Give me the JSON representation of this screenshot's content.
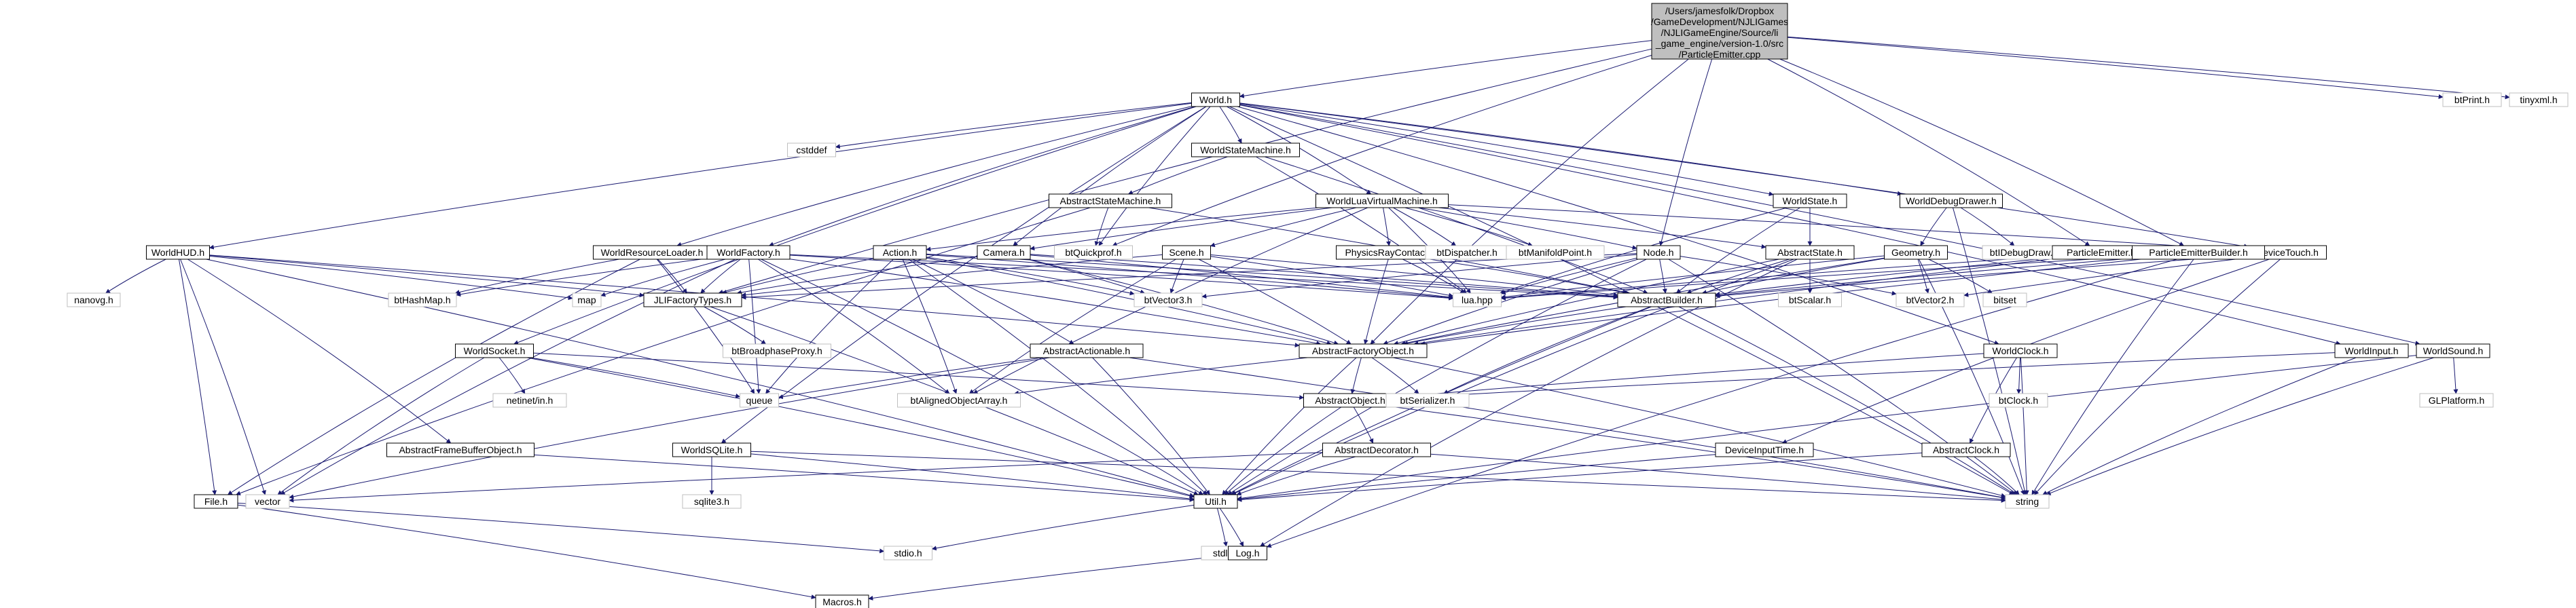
{
  "root": {
    "label_lines": [
      "/Users/jamesfolk/Dropbox",
      "/GameDevelopment/NJLIGames",
      "/NJLIGameEngine/Source/li",
      "_game_engine/version-1.0/src",
      "/ParticleEmitter.cpp"
    ]
  },
  "nodes": [
    {
      "id": "world_h",
      "label": "World.h",
      "style": "solid"
    },
    {
      "id": "btprint",
      "label": "btPrint.h",
      "style": "plain"
    },
    {
      "id": "tinyxml",
      "label": "tinyxml.h",
      "style": "plain"
    },
    {
      "id": "worldstatemachine",
      "label": "WorldStateMachine.h",
      "style": "solid"
    },
    {
      "id": "cstddef",
      "label": "cstddef",
      "style": "plain"
    },
    {
      "id": "abstractstatemachine",
      "label": "AbstractStateMachine.h",
      "style": "solid"
    },
    {
      "id": "worldluavm",
      "label": "WorldLuaVirtualMachine.h",
      "style": "solid"
    },
    {
      "id": "worldstate",
      "label": "WorldState.h",
      "style": "solid"
    },
    {
      "id": "worlddebugdrawer",
      "label": "WorldDebugDrawer.h",
      "style": "solid"
    },
    {
      "id": "worldhud",
      "label": "WorldHUD.h",
      "style": "solid"
    },
    {
      "id": "worldresourceloader",
      "label": "WorldResourceLoader.h",
      "style": "solid"
    },
    {
      "id": "worldfactory",
      "label": "WorldFactory.h",
      "style": "solid"
    },
    {
      "id": "action",
      "label": "Action.h",
      "style": "solid"
    },
    {
      "id": "camera",
      "label": "Camera.h",
      "style": "solid"
    },
    {
      "id": "btquickprof",
      "label": "btQuickprof.h",
      "style": "plain"
    },
    {
      "id": "scene",
      "label": "Scene.h",
      "style": "solid"
    },
    {
      "id": "physicsraycontact",
      "label": "PhysicsRayContact.h",
      "style": "solid"
    },
    {
      "id": "btdispatcher",
      "label": "btDispatcher.h",
      "style": "plain"
    },
    {
      "id": "btmanifoldpoint",
      "label": "btManifoldPoint.h",
      "style": "plain"
    },
    {
      "id": "node",
      "label": "Node.h",
      "style": "solid"
    },
    {
      "id": "abstractstate",
      "label": "AbstractState.h",
      "style": "solid"
    },
    {
      "id": "geometry",
      "label": "Geometry.h",
      "style": "solid"
    },
    {
      "id": "btdebugdraw",
      "label": "btIDebugDraw.h",
      "style": "plain"
    },
    {
      "id": "devicetouch",
      "label": "DeviceTouch.h",
      "style": "solid"
    },
    {
      "id": "particleemitter",
      "label": "ParticleEmitter.h",
      "style": "solid"
    },
    {
      "id": "particleemitterbuilder",
      "label": "ParticleEmitterBuilder.h",
      "style": "solid"
    },
    {
      "id": "nanovg",
      "label": "nanovg.h",
      "style": "plain"
    },
    {
      "id": "bthashmap",
      "label": "btHashMap.h",
      "style": "plain"
    },
    {
      "id": "map",
      "label": "map",
      "style": "plain"
    },
    {
      "id": "jlifactorytypes",
      "label": "JLIFactoryTypes.h",
      "style": "solid"
    },
    {
      "id": "btvector3",
      "label": "btVector3.h",
      "style": "plain"
    },
    {
      "id": "luahpp",
      "label": "lua.hpp",
      "style": "plain"
    },
    {
      "id": "abstractbuilder",
      "label": "AbstractBuilder.h",
      "style": "solid"
    },
    {
      "id": "btscalar",
      "label": "btScalar.h",
      "style": "plain"
    },
    {
      "id": "btvector2",
      "label": "btVector2.h",
      "style": "plain"
    },
    {
      "id": "bitset",
      "label": "bitset",
      "style": "plain"
    },
    {
      "id": "btbroadphaseproxy",
      "label": "btBroadphaseProxy.h",
      "style": "plain"
    },
    {
      "id": "abstractactionable",
      "label": "AbstractActionable.h",
      "style": "solid"
    },
    {
      "id": "abstractfactoryobject",
      "label": "AbstractFactoryObject.h",
      "style": "solid"
    },
    {
      "id": "worldsocket",
      "label": "WorldSocket.h",
      "style": "solid"
    },
    {
      "id": "worldclock",
      "label": "WorldClock.h",
      "style": "solid"
    },
    {
      "id": "worldinput",
      "label": "WorldInput.h",
      "style": "solid"
    },
    {
      "id": "worldsound",
      "label": "WorldSound.h",
      "style": "solid"
    },
    {
      "id": "netinetin",
      "label": "netinet/in.h",
      "style": "plain"
    },
    {
      "id": "queue",
      "label": "queue",
      "style": "plain"
    },
    {
      "id": "btalignedobjectarray",
      "label": "btAlignedObjectArray.h",
      "style": "plain"
    },
    {
      "id": "abstractobject",
      "label": "AbstractObject.h",
      "style": "solid"
    },
    {
      "id": "btserializer",
      "label": "btSerializer.h",
      "style": "plain"
    },
    {
      "id": "btclock",
      "label": "btClock.h",
      "style": "plain"
    },
    {
      "id": "glplatform",
      "label": "GLPlatform.h",
      "style": "plain"
    },
    {
      "id": "abstractframebufferobject",
      "label": "AbstractFrameBufferObject.h",
      "style": "solid"
    },
    {
      "id": "worldsqlite",
      "label": "WorldSQLite.h",
      "style": "solid"
    },
    {
      "id": "abstractdecorator",
      "label": "AbstractDecorator.h",
      "style": "solid"
    },
    {
      "id": "deviceinputtime",
      "label": "DeviceInputTime.h",
      "style": "solid"
    },
    {
      "id": "abstractclock",
      "label": "AbstractClock.h",
      "style": "solid"
    },
    {
      "id": "file_h",
      "label": "File.h",
      "style": "solid"
    },
    {
      "id": "vector",
      "label": "vector",
      "style": "plain"
    },
    {
      "id": "sqlite3",
      "label": "sqlite3.h",
      "style": "plain"
    },
    {
      "id": "util",
      "label": "Util.h",
      "style": "solid"
    },
    {
      "id": "string",
      "label": "string",
      "style": "plain"
    },
    {
      "id": "stdio",
      "label": "stdio.h",
      "style": "plain"
    },
    {
      "id": "stdlib",
      "label": "stdlib.h",
      "style": "plain"
    },
    {
      "id": "log",
      "label": "Log.h",
      "style": "solid"
    },
    {
      "id": "macros",
      "label": "Macros.h",
      "style": "solid"
    }
  ],
  "edges": [
    [
      "root",
      "world_h"
    ],
    [
      "root",
      "btprint"
    ],
    [
      "root",
      "tinyxml"
    ],
    [
      "root",
      "node"
    ],
    [
      "root",
      "particleemitter"
    ],
    [
      "root",
      "particleemitterbuilder"
    ],
    [
      "root",
      "jlifactorytypes"
    ],
    [
      "root",
      "abstractfactoryobject"
    ],
    [
      "root",
      "btquickprof"
    ],
    [
      "world_h",
      "worldstatemachine"
    ],
    [
      "world_h",
      "cstddef"
    ],
    [
      "world_h",
      "worldluavm"
    ],
    [
      "world_h",
      "worldstate"
    ],
    [
      "world_h",
      "worlddebugdrawer"
    ],
    [
      "world_h",
      "worldhud"
    ],
    [
      "world_h",
      "worldresourceloader"
    ],
    [
      "world_h",
      "worldfactory"
    ],
    [
      "world_h",
      "camera"
    ],
    [
      "world_h",
      "worldclock"
    ],
    [
      "world_h",
      "worldinput"
    ],
    [
      "world_h",
      "worldsound"
    ],
    [
      "world_h",
      "worldsocket"
    ],
    [
      "world_h",
      "worldsqlite"
    ],
    [
      "world_h",
      "string"
    ],
    [
      "world_h",
      "btquickprof"
    ],
    [
      "world_h",
      "devicetouch"
    ],
    [
      "worldstatemachine",
      "abstractstatemachine"
    ],
    [
      "worldstatemachine",
      "abstractbuilder"
    ],
    [
      "worldstatemachine",
      "luahpp"
    ],
    [
      "abstractstatemachine",
      "btquickprof"
    ],
    [
      "abstractstatemachine",
      "abstractbuilder"
    ],
    [
      "abstractstatemachine",
      "file_h"
    ],
    [
      "worldluavm",
      "action"
    ],
    [
      "worldluavm",
      "camera"
    ],
    [
      "worldluavm",
      "scene"
    ],
    [
      "worldluavm",
      "physicsraycontact"
    ],
    [
      "worldluavm",
      "btdispatcher"
    ],
    [
      "worldluavm",
      "btmanifoldpoint"
    ],
    [
      "worldluavm",
      "node"
    ],
    [
      "worldluavm",
      "abstractstate"
    ],
    [
      "worldluavm",
      "devicetouch"
    ],
    [
      "worldluavm",
      "luahpp"
    ],
    [
      "worldluavm",
      "btalignedobjectarray"
    ],
    [
      "worldstate",
      "abstractstate"
    ],
    [
      "worldstate",
      "abstractbuilder"
    ],
    [
      "worldstate",
      "luahpp"
    ],
    [
      "worlddebugdrawer",
      "geometry"
    ],
    [
      "worlddebugdrawer",
      "btdebugdraw"
    ],
    [
      "worlddebugdrawer",
      "string"
    ],
    [
      "worldhud",
      "nanovg"
    ],
    [
      "worldhud",
      "jlifactorytypes"
    ],
    [
      "worldhud",
      "abstractfactoryobject"
    ],
    [
      "worldhud",
      "vector"
    ],
    [
      "worldhud",
      "file_h"
    ],
    [
      "worldhud",
      "util"
    ],
    [
      "worldhud",
      "abstractframebufferobject"
    ],
    [
      "worldhud",
      "map"
    ],
    [
      "worldresourceloader",
      "jlifactorytypes"
    ],
    [
      "worldresourceloader",
      "bthashmap"
    ],
    [
      "worldresourceloader",
      "file_h"
    ],
    [
      "worldresourceloader",
      "queue"
    ],
    [
      "worldfactory",
      "bthashmap"
    ],
    [
      "worldfactory",
      "map"
    ],
    [
      "worldfactory",
      "jlifactorytypes"
    ],
    [
      "worldfactory",
      "vector"
    ],
    [
      "worldfactory",
      "btalignedobjectarray"
    ],
    [
      "worldfactory",
      "queue"
    ],
    [
      "worldfactory",
      "abstractfactoryobject"
    ],
    [
      "worldfactory",
      "abstractbuilder"
    ],
    [
      "worldfactory",
      "util"
    ],
    [
      "worldfactory",
      "luahpp"
    ],
    [
      "action",
      "jlifactorytypes"
    ],
    [
      "action",
      "btvector3"
    ],
    [
      "action",
      "abstractactionable"
    ],
    [
      "action",
      "abstractfactoryobject"
    ],
    [
      "action",
      "abstractbuilder"
    ],
    [
      "action",
      "luahpp"
    ],
    [
      "action",
      "queue"
    ],
    [
      "action",
      "btalignedobjectarray"
    ],
    [
      "action",
      "util"
    ],
    [
      "camera",
      "jlifactorytypes"
    ],
    [
      "camera",
      "btvector3"
    ],
    [
      "camera",
      "abstractfactoryobject"
    ],
    [
      "camera",
      "abstractbuilder"
    ],
    [
      "camera",
      "luahpp"
    ],
    [
      "scene",
      "jlifactorytypes"
    ],
    [
      "scene",
      "abstractfactoryobject"
    ],
    [
      "scene",
      "abstractbuilder"
    ],
    [
      "scene",
      "luahpp"
    ],
    [
      "scene",
      "btalignedobjectarray"
    ],
    [
      "scene",
      "btvector3"
    ],
    [
      "physicsraycontact",
      "abstractfactoryobject"
    ],
    [
      "physicsraycontact",
      "abstractbuilder"
    ],
    [
      "physicsraycontact",
      "luahpp"
    ],
    [
      "node",
      "jlifactorytypes"
    ],
    [
      "node",
      "btvector3"
    ],
    [
      "node",
      "abstractfactoryobject"
    ],
    [
      "node",
      "abstractbuilder"
    ],
    [
      "node",
      "luahpp"
    ],
    [
      "node",
      "btvector2"
    ],
    [
      "node",
      "string"
    ],
    [
      "node",
      "util"
    ],
    [
      "abstractstate",
      "abstractbuilder"
    ],
    [
      "abstractstate",
      "abstractfactoryobject"
    ],
    [
      "abstractstate",
      "btscalar"
    ],
    [
      "abstractstate",
      "util"
    ],
    [
      "abstractstate",
      "log"
    ],
    [
      "geometry",
      "abstractbuilder"
    ],
    [
      "geometry",
      "btvector2"
    ],
    [
      "geometry",
      "bitset"
    ],
    [
      "geometry",
      "abstractfactoryobject"
    ],
    [
      "geometry",
      "luahpp"
    ],
    [
      "geometry",
      "string"
    ],
    [
      "devicetouch",
      "abstractbuilder"
    ],
    [
      "devicetouch",
      "deviceinputtime"
    ],
    [
      "devicetouch",
      "btvector2"
    ],
    [
      "devicetouch",
      "string"
    ],
    [
      "particleemitter",
      "abstractbuilder"
    ],
    [
      "particleemitter",
      "abstractfactoryobject"
    ],
    [
      "particleemitter",
      "luahpp"
    ],
    [
      "particleemitterbuilder",
      "abstractbuilder"
    ],
    [
      "particleemitterbuilder",
      "abstractfactoryobject"
    ],
    [
      "particleemitterbuilder",
      "luahpp"
    ],
    [
      "particleemitterbuilder",
      "string"
    ],
    [
      "particleemitterbuilder",
      "log"
    ],
    [
      "jlifactorytypes",
      "btbroadphaseproxy"
    ],
    [
      "jlifactorytypes",
      "util"
    ],
    [
      "abstractbuilder",
      "abstractfactoryobject"
    ],
    [
      "abstractbuilder",
      "util"
    ],
    [
      "abstractbuilder",
      "btserializer"
    ],
    [
      "abstractbuilder",
      "string"
    ],
    [
      "abstractactionable",
      "queue"
    ],
    [
      "abstractactionable",
      "util"
    ],
    [
      "abstractactionable",
      "vector"
    ],
    [
      "abstractactionable",
      "string"
    ],
    [
      "abstractfactoryobject",
      "abstractobject"
    ],
    [
      "abstractfactoryobject",
      "btserializer"
    ],
    [
      "abstractfactoryobject",
      "util"
    ],
    [
      "abstractfactoryobject",
      "btalignedobjectarray"
    ],
    [
      "abstractfactoryobject",
      "string"
    ],
    [
      "worldsocket",
      "netinetin"
    ],
    [
      "worldsocket",
      "queue"
    ],
    [
      "worldsocket",
      "vector"
    ],
    [
      "worldsocket",
      "util"
    ],
    [
      "worldsocket",
      "abstractobject"
    ],
    [
      "worldclock",
      "btclock"
    ],
    [
      "worldclock",
      "abstractclock"
    ],
    [
      "worldclock",
      "abstractobject"
    ],
    [
      "worldclock",
      "string"
    ],
    [
      "worldinput",
      "abstractobject"
    ],
    [
      "worldinput",
      "string"
    ],
    [
      "worldsound",
      "glplatform"
    ],
    [
      "worldsound",
      "string"
    ],
    [
      "worldsound",
      "util"
    ],
    [
      "abstractobject",
      "abstractdecorator"
    ],
    [
      "abstractobject",
      "util"
    ],
    [
      "abstractobject",
      "string"
    ],
    [
      "abstractobject",
      "btserializer"
    ],
    [
      "abstractframebufferobject",
      "util"
    ],
    [
      "worldsqlite",
      "sqlite3"
    ],
    [
      "worldsqlite",
      "util"
    ],
    [
      "worldsqlite",
      "string"
    ],
    [
      "abstractdecorator",
      "util"
    ],
    [
      "abstractdecorator",
      "vector"
    ],
    [
      "abstractdecorator",
      "string"
    ],
    [
      "deviceinputtime",
      "util"
    ],
    [
      "abstractclock",
      "util"
    ],
    [
      "abstractclock",
      "string"
    ],
    [
      "file_h",
      "stdio"
    ],
    [
      "file_h",
      "macros"
    ],
    [
      "util",
      "stdio"
    ],
    [
      "util",
      "stdlib"
    ],
    [
      "util",
      "log"
    ],
    [
      "log",
      "macros"
    ]
  ]
}
